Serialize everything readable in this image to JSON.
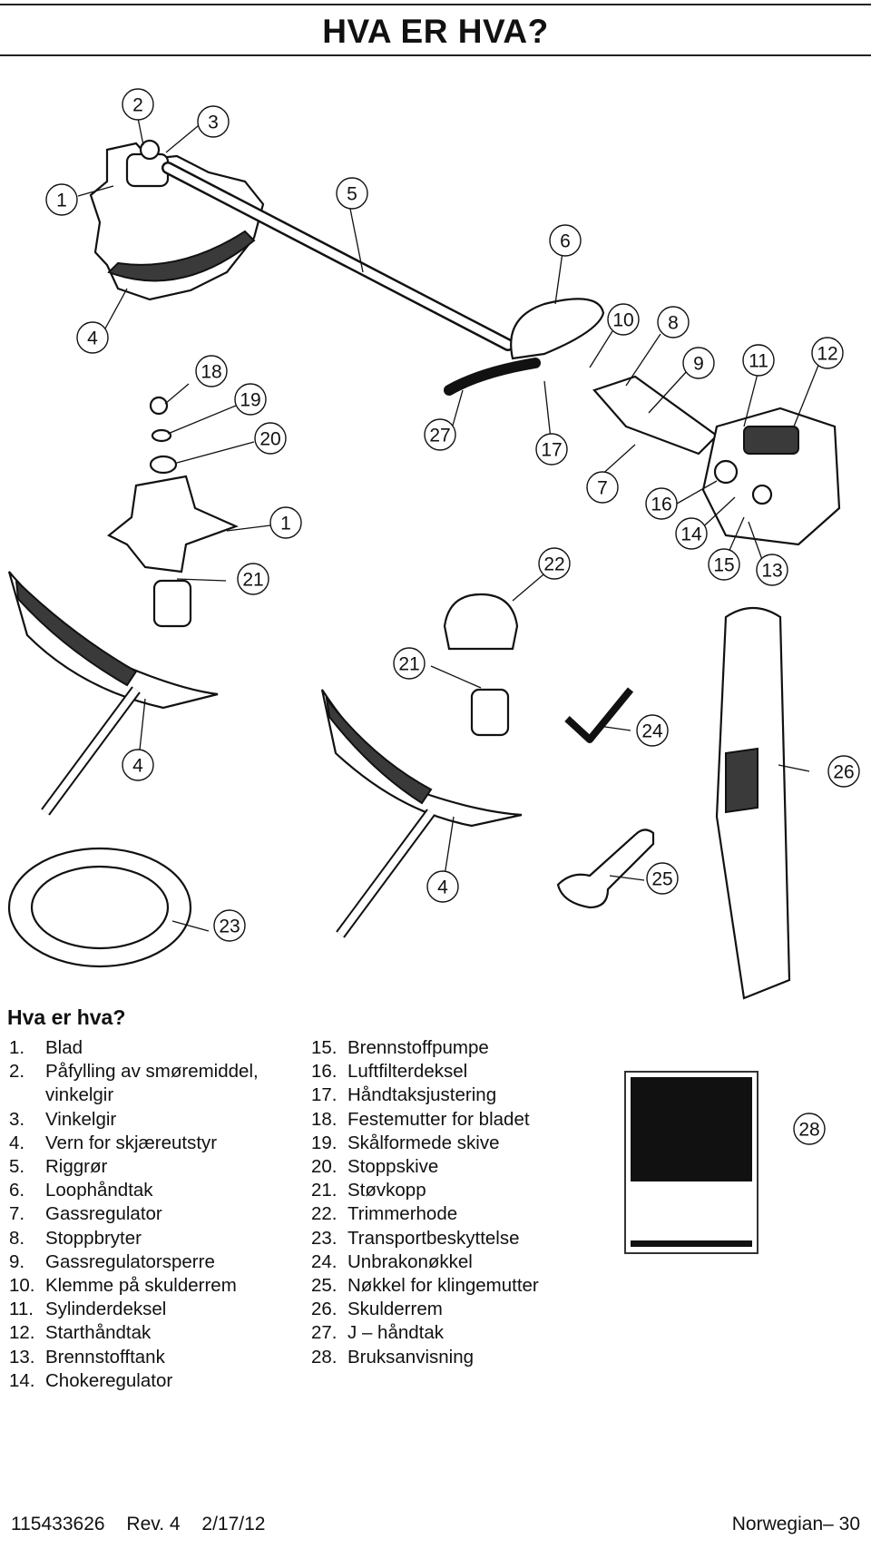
{
  "page": {
    "title": "HVA ER HVA?"
  },
  "legend": {
    "heading": "Hva er hva?",
    "left": [
      {
        "n": "1.",
        "t": "Blad"
      },
      {
        "n": "2.",
        "t": "Påfylling av smøremiddel,"
      },
      {
        "n": "",
        "t": "vinkelgir"
      },
      {
        "n": "3.",
        "t": "Vinkelgir"
      },
      {
        "n": "4.",
        "t": "Vern for skjæreutstyr"
      },
      {
        "n": "5.",
        "t": "Riggrør"
      },
      {
        "n": "6.",
        "t": "Loophåndtak"
      },
      {
        "n": "7.",
        "t": "Gassregulator"
      },
      {
        "n": "8.",
        "t": "Stoppbryter"
      },
      {
        "n": "9.",
        "t": "Gassregulatorsperre"
      },
      {
        "n": "10.",
        "t": "Klemme på skulderrem"
      },
      {
        "n": "11.",
        "t": "Sylinderdeksel"
      },
      {
        "n": "12.",
        "t": "Starthåndtak"
      },
      {
        "n": "13.",
        "t": "Brennstofftank"
      },
      {
        "n": "14.",
        "t": "Chokeregulator"
      }
    ],
    "right": [
      {
        "n": "15.",
        "t": "Brennstoffpumpe"
      },
      {
        "n": "16.",
        "t": "Luftfilterdeksel"
      },
      {
        "n": "17.",
        "t": "Håndtaksjustering"
      },
      {
        "n": "18.",
        "t": "Festemutter for bladet"
      },
      {
        "n": "19.",
        "t": "Skålformede skive"
      },
      {
        "n": "20.",
        "t": "Stoppskive"
      },
      {
        "n": "21.",
        "t": "Støvkopp"
      },
      {
        "n": "22.",
        "t": "Trimmerhode"
      },
      {
        "n": "23.",
        "t": "Transportbeskyttelse"
      },
      {
        "n": "24.",
        "t": "Unbrakonøkkel"
      },
      {
        "n": "25.",
        "t": "Nøkkel for klingemutter"
      },
      {
        "n": "26.",
        "t": "Skulderrem"
      },
      {
        "n": "27.",
        "t": "J – håndtak"
      },
      {
        "n": "28.",
        "t": "Bruksanvisning"
      }
    ]
  },
  "callouts": [
    "1",
    "2",
    "3",
    "4",
    "5",
    "6",
    "7",
    "8",
    "9",
    "10",
    "11",
    "12",
    "13",
    "14",
    "15",
    "16",
    "17",
    "18",
    "19",
    "20",
    "21",
    "22",
    "23",
    "24",
    "25",
    "26",
    "27",
    "28"
  ],
  "footer": {
    "part_number": "115433626",
    "revision": "Rev. 4",
    "date": "2/17/12",
    "page_label": "Norwegian– 30"
  }
}
